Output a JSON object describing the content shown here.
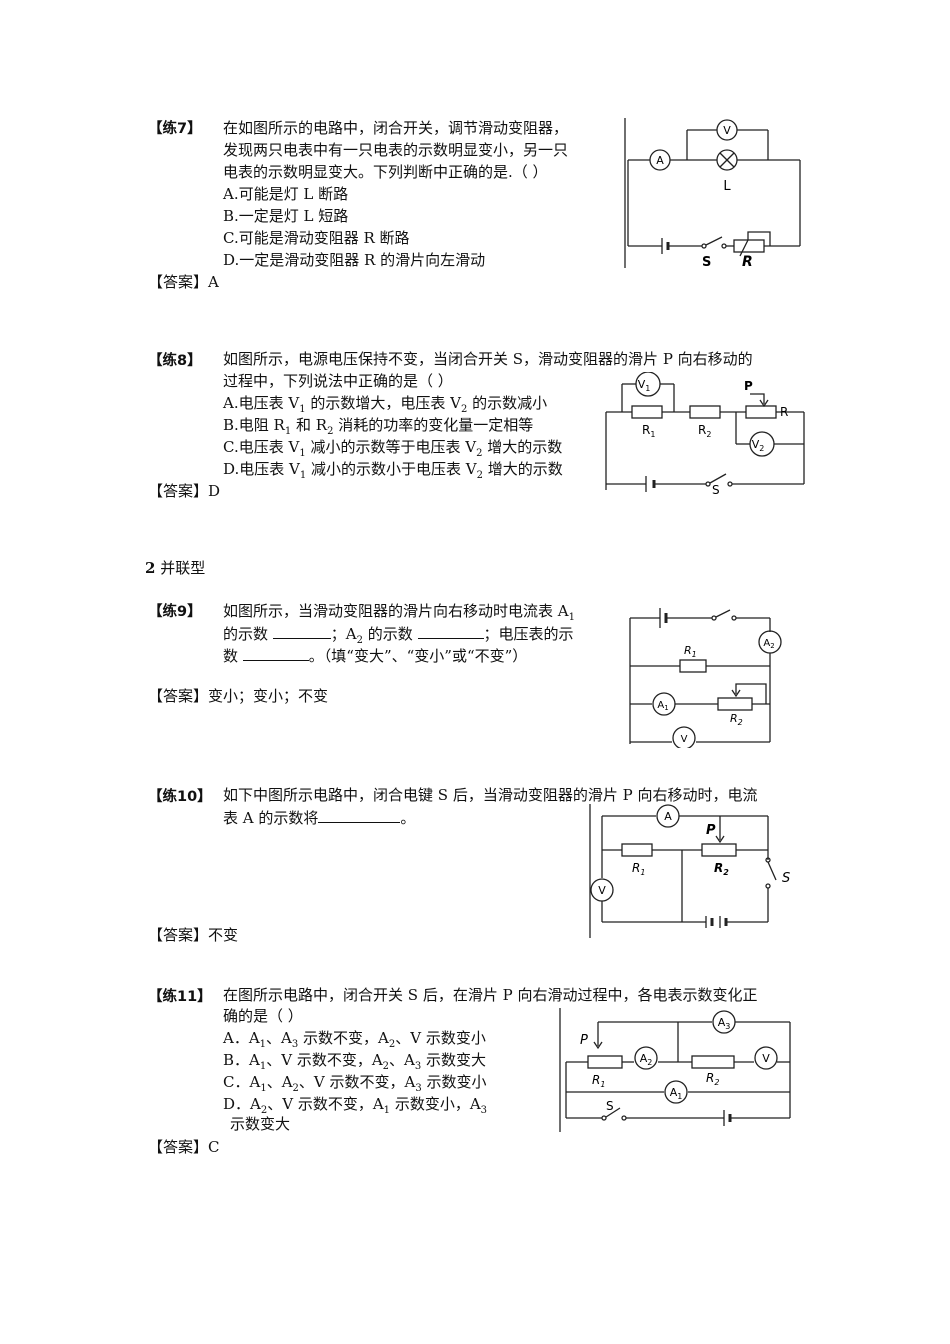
{
  "q7": {
    "tag": "【练7】",
    "lines": [
      "在如图所示的电路中，闭合开关，调节滑动变阻器，",
      "发现两只电表中有一只电表的示数明显变小，另一只",
      "电表的示数明显变大。下列判断中正确的是.（    ）"
    ],
    "options": [
      "A.可能是灯 L 断路",
      "B.一定是灯 L 短路",
      "C.可能是滑动变阻器 R 断路",
      "D.一定是滑动变阻器 R 的滑片向左滑动"
    ],
    "answer_label": "【答案】",
    "answer": "A",
    "fig": {
      "lamp": "L",
      "switch": "S",
      "rheostat": "R",
      "meter_a": "A",
      "meter_v": "V"
    }
  },
  "q8": {
    "tag": "【练8】",
    "line1": "如图所示，电源电压保持不变，当闭合开关 S，滑动变阻器的滑片 P 向右移动的",
    "line2": "过程中，下列说法中正确的是（    ）",
    "answer_label": "【答案】",
    "answer": "D",
    "fig": {
      "v1": "V",
      "v1_sub": "1",
      "v2": "V",
      "v2_sub": "2",
      "r1": "R",
      "r1_sub": "1",
      "r2": "R",
      "r2_sub": "2",
      "p": "P",
      "r": "R",
      "s": "S"
    }
  },
  "section": {
    "num": "2",
    "title": "并联型"
  },
  "q9": {
    "tag": "【练9】",
    "answer_label": "【答案】",
    "answer": "变小；变小；不变",
    "fig": {
      "a1": "A",
      "a1_sub": "1",
      "a2": "A",
      "a2_sub": "2",
      "v": "V",
      "r1": "R",
      "r1_sub": "1",
      "r2": "R",
      "r2_sub": "2"
    }
  },
  "q10": {
    "tag": "【练10】",
    "line1": "如下中图所示电路中，闭合电键 S 后，当滑动变阻器的滑片 P 向右移动时，电流",
    "line2_pre": "表 A 的示数将",
    "line2_post": "。",
    "answer_label": "【答案】",
    "answer": "不变",
    "fig": {
      "a": "A",
      "v": "V",
      "p": "P",
      "r1": "R",
      "r1_sub": "1",
      "r2": "R",
      "r2_sub": "2",
      "s": "S"
    }
  },
  "q11": {
    "tag": "【练11】",
    "line1": "在图所示电路中，闭合开关 S 后，在滑片 P 向右滑动过程中，各电表示数变化正",
    "line2": "确的是（       ）",
    "answer_label": "【答案】",
    "answer": "C",
    "fig": {
      "a1": "A",
      "a1_sub": "1",
      "a2": "A",
      "a2_sub": "2",
      "a3": "A",
      "a3_sub": "3",
      "v": "V",
      "p": "P",
      "r1": "R",
      "r1_sub": "1",
      "r2": "R",
      "r2_sub": "2",
      "s": "S"
    }
  }
}
